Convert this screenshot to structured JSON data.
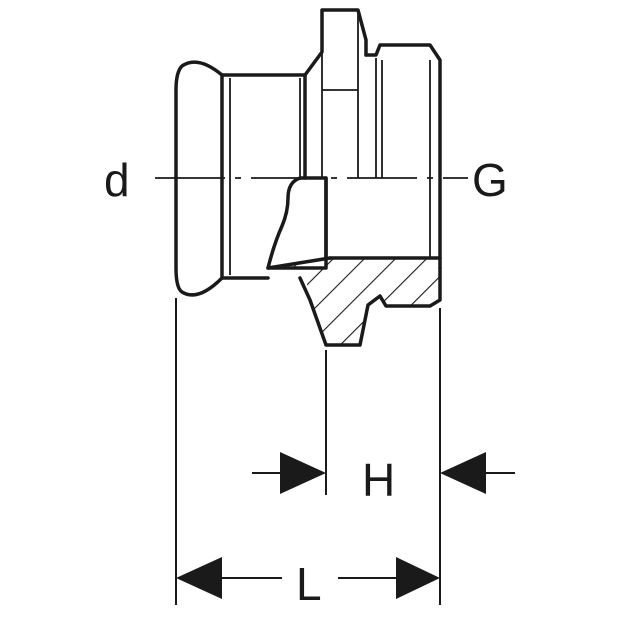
{
  "labels": {
    "d": "d",
    "G": "G",
    "H": "H",
    "L": "L"
  },
  "colors": {
    "ink": "#1a1a1a",
    "background": "#ffffff"
  }
}
